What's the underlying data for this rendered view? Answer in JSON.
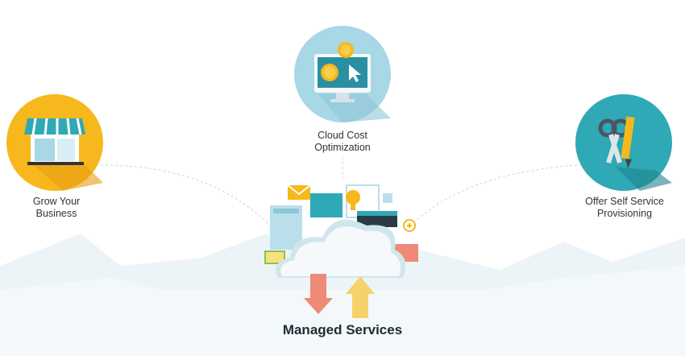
{
  "items": [
    {
      "line1": "Cloud Cost",
      "line2": "Optimization",
      "icon": "monitor-coins-icon"
    },
    {
      "line1": "Grow Your",
      "line2": "Business",
      "icon": "storefront-icon"
    },
    {
      "line1": "Offer Self Service",
      "line2": "Provisioning",
      "icon": "tools-icon"
    }
  ],
  "center": {
    "title": "Managed Services",
    "icon": "cloud-services-icon"
  },
  "colors": {
    "teal": "#2ea9b5",
    "yellow": "#f6b81c",
    "lightblue": "#b9e0ea",
    "bg": "#f0f6fa"
  }
}
